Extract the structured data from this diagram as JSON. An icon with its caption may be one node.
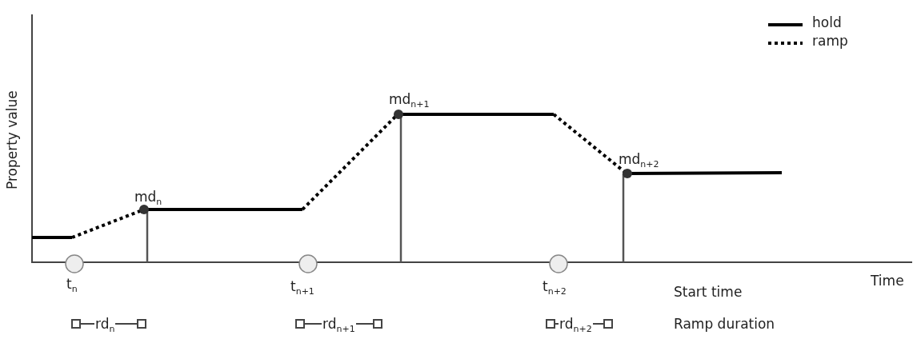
{
  "diagram": {
    "labels": [
      "Property value",
      "md$_{n+1}$",
      "md$_{n+2}$",
      "md$_{n}$",
      "t$_{n}$",
      "t$_{n+1}$",
      "t$_{n+2}$",
      "Start time",
      "Time",
      "rd$_{n}$",
      "rd$_{n+1}$",
      "rd$_{n+2}$",
      "Ramp duration"
    ],
    "legend": [
      {
        "text": "hold"
      },
      {
        "text": "ramp"
      }
    ]
  }
}
